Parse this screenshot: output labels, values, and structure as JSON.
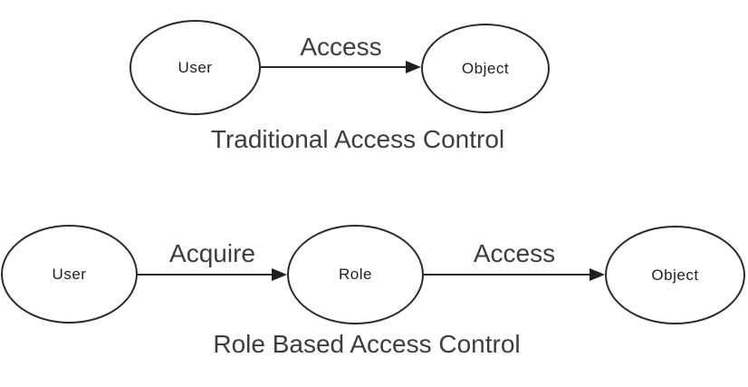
{
  "colors": {
    "background": "#ffffff",
    "stroke": "#2a2a2a",
    "text": "#3d3d3d"
  },
  "diagrams": [
    {
      "title": "Traditional Access Control",
      "nodes": [
        {
          "label": "User"
        },
        {
          "label": "Object"
        }
      ],
      "edges": [
        {
          "label": "Access",
          "from": "User",
          "to": "Object"
        }
      ]
    },
    {
      "title": "Role Based Access Control",
      "nodes": [
        {
          "label": "User"
        },
        {
          "label": "Role"
        },
        {
          "label": "Object"
        }
      ],
      "edges": [
        {
          "label": "Acquire",
          "from": "User",
          "to": "Role"
        },
        {
          "label": "Access",
          "from": "Role",
          "to": "Object"
        }
      ]
    }
  ]
}
